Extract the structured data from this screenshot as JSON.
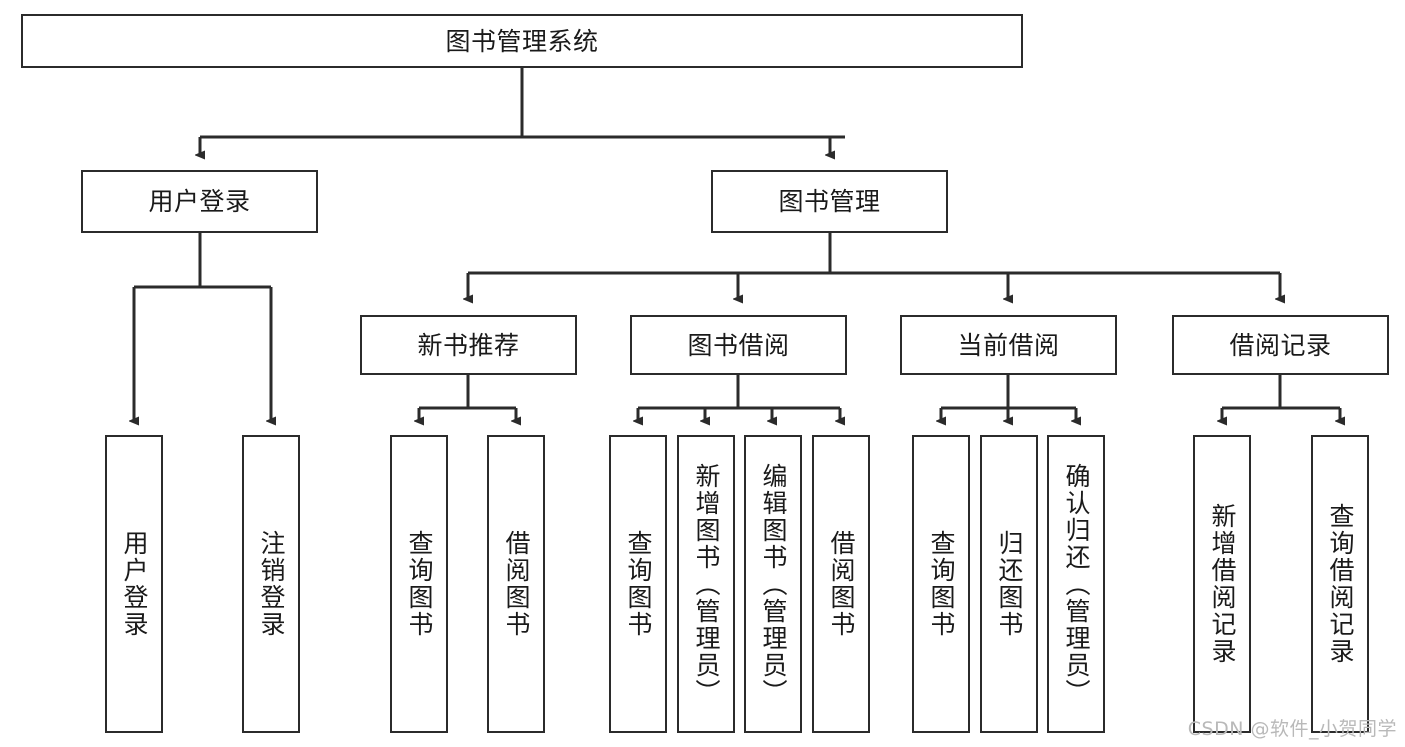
{
  "diagram": {
    "title": "图书管理系统",
    "type": "tree-hierarchy",
    "watermark": "CSDN @软件_小贺同学",
    "colors": {
      "box_border": "#2b2b2b",
      "box_fill": "#ffffff",
      "edge": "#2b2b2b",
      "text": "#1a1a1a",
      "watermark": "#b9b9b9",
      "background": "#ffffff"
    },
    "levels": {
      "root": {
        "label": "图书管理系统"
      },
      "level2": [
        {
          "label": "用户登录"
        },
        {
          "label": "图书管理"
        }
      ],
      "level3": [
        {
          "label": "新书推荐"
        },
        {
          "label": "图书借阅"
        },
        {
          "label": "当前借阅"
        },
        {
          "label": "借阅记录"
        }
      ],
      "leaves": {
        "user_login": [
          {
            "label": "用户登录"
          },
          {
            "label": "注销登录"
          }
        ],
        "new_book_recommend": [
          {
            "label": "查询图书"
          },
          {
            "label": "借阅图书"
          }
        ],
        "book_borrow": [
          {
            "label": "查询图书"
          },
          {
            "label": "新增图书（管理员）"
          },
          {
            "label": "编辑图书（管理员）"
          },
          {
            "label": "借阅图书"
          }
        ],
        "current_borrow": [
          {
            "label": "查询图书"
          },
          {
            "label": "归还图书"
          },
          {
            "label": "确认归还（管理员）"
          }
        ],
        "borrow_record": [
          {
            "label": "新增借阅记录"
          },
          {
            "label": "查询借阅记录"
          }
        ]
      }
    }
  }
}
